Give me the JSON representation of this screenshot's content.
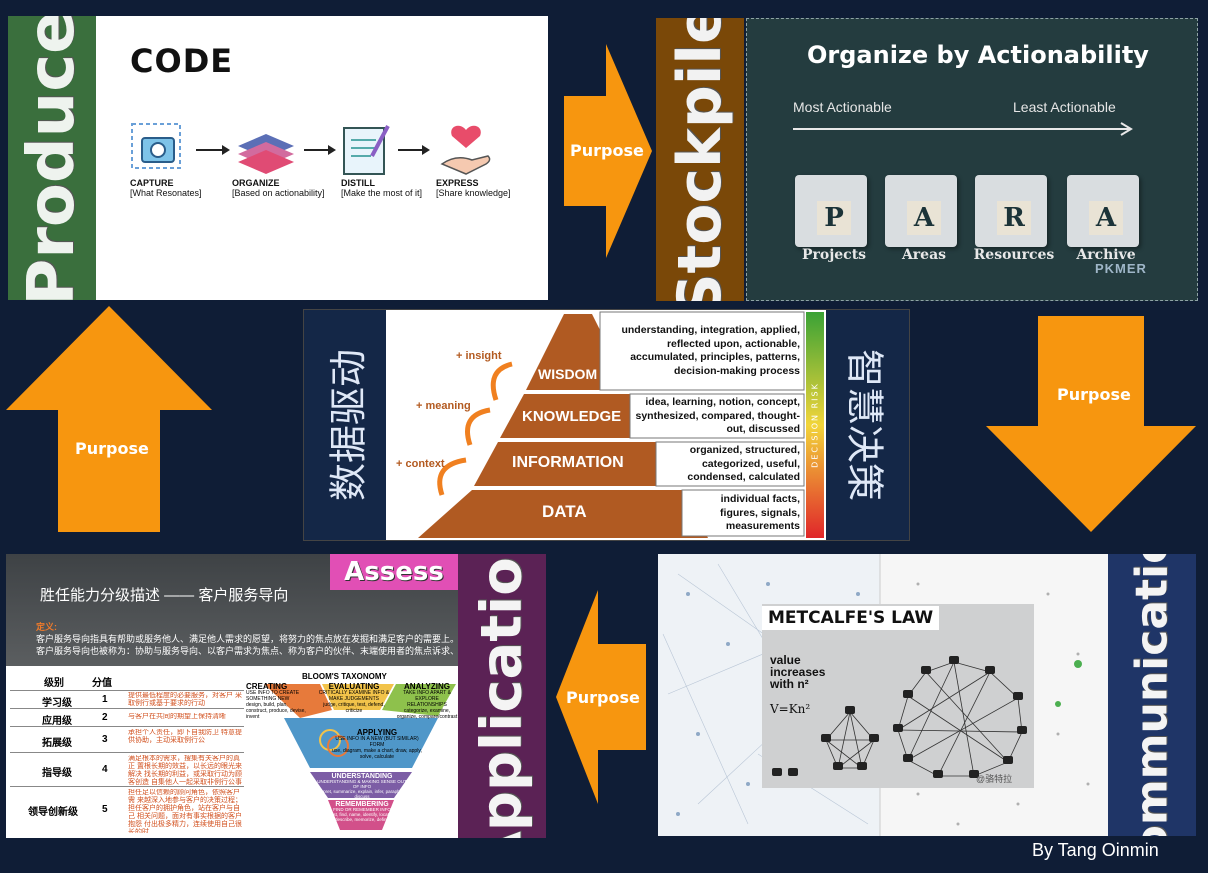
{
  "produce_panel": {
    "side_label": "Produce",
    "heading": "CODE",
    "steps": [
      {
        "title": "CAPTURE",
        "sub": "[What Resonates]"
      },
      {
        "title": "ORGANIZE",
        "sub": "[Based on actionability]"
      },
      {
        "title": "DISTILL",
        "sub": "[Make the most of it]"
      },
      {
        "title": "EXPRESS",
        "sub": "[Share knowledge]"
      }
    ]
  },
  "stockpile_panel": {
    "side_label": "Stockpile",
    "heading": "Organize by Actionability",
    "most": "Most Actionable",
    "least": "Least Actionable",
    "items": [
      {
        "letter": "P",
        "label": "Projects"
      },
      {
        "letter": "A",
        "label": "Areas"
      },
      {
        "letter": "R",
        "label": "Resources"
      },
      {
        "letter": "A",
        "label": "Archive"
      }
    ],
    "watermark": "PKMER"
  },
  "dikw_panel": {
    "left_label": "数据驱动",
    "right_label": "智慧决策",
    "risk_label": "DECISION  RISK",
    "side_notes": [
      "+ insight",
      "+ meaning",
      "+ context"
    ],
    "levels": [
      {
        "name": "WISDOM",
        "desc": "understanding, integration, applied, reflected upon, actionable, accumulated, principles, patterns, decision-making process"
      },
      {
        "name": "KNOWLEDGE",
        "desc": "idea, learning, notion, concept, synthesized, compared, thought-out, discussed"
      },
      {
        "name": "INFORMATION",
        "desc": "organized, structured, categorized, useful, condensed, calculated"
      },
      {
        "name": "DATA",
        "desc": "individual facts, figures, signals, measurements"
      }
    ]
  },
  "communication_panel": {
    "side_label": "Communication",
    "law_title": "METCALFE'S LAW",
    "law_text": "value increases with n²",
    "formula": "V=Kn²",
    "watermark": "@骆特拉"
  },
  "application_panel": {
    "side_label": "Application",
    "badge": "Assess",
    "title": "胜任能力分级描述 —— 客户服务导向",
    "def_label": "定义:",
    "def_line1": "客户服务导向指具有帮助或服务他人、满足他人需求的愿望，将努力的焦点放在发掘和满足客户的需要上。",
    "def_line2": "客户服务导向也被称为：协助与服务导向、以客户需求为焦点、称为客户的伙伴、末端使用者的焦点诉求、重视满",
    "table_headers": [
      "级别",
      "分值"
    ],
    "table_rows": [
      {
        "level": "学习级",
        "score": "1",
        "desc": "提供最低程度的必要服务，对客户 采取例行或基于要求的行动"
      },
      {
        "level": "应用级",
        "score": "2",
        "desc": "与客户在共同的期望上保持清晰"
      },
      {
        "level": "拓展级",
        "score": "3",
        "desc": "承担个人责任，即下自我防卫 特意提供协助，主动采取例行公"
      },
      {
        "level": "指导级",
        "score": "4",
        "desc": "满足根本的需求，搜集有关客户的真正 置根长期的效益，以长远的眼光来解决 找长期的利益，或采取行动为顾客创造 自集他人一起采取非例行公事的行动以"
      },
      {
        "level": "领导创新级",
        "score": "5",
        "desc": "担任足以信赖的顾问角色，依照客户需 来越深入地参与客户的决策过程； 担任客户的拥护角色，站在客户与自己 相关问题，面对有事实根据的客户抱怨 付出极多精力，连续使用自己很长的时"
      }
    ],
    "bloom": {
      "title": "BLOOM'S TAXONOMY",
      "creating": "CREATING",
      "creating_sub": "USE INFO TO CREATE SOMETHING NEW",
      "creating_verbs": "design, build, plan, construct, produce, devise, invent",
      "evaluating": "EVALUATING",
      "evaluating_sub": "CRITICALLY EXAMINE INFO & MAKE JUDGEMENTS",
      "evaluating_verbs": "judge, critique, test, defend, criticize",
      "analyzing": "ANALYZING",
      "analyzing_sub": "TAKE INFO APART & EXPLORE RELATIONSHIPS",
      "analyzing_verbs": "categorize, examine, organize, compare/contrast",
      "applying": "APPLYING",
      "applying_sub": "USE INFO IN A NEW (BUT SIMILAR) FORM",
      "applying_verbs": "use, diagram, make a chart, draw, apply, solve, calculate",
      "understanding": "UNDERSTANDING",
      "understanding_sub": "UNDERSTANDING & MAKING SENSE OUT OF INFO",
      "understanding_verbs": "interpret, summarize, explain, infer, paraphrase, discuss",
      "remembering": "REMEMBERING",
      "remembering_sub": "FIND OR REMEMBER INFO",
      "remembering_verbs": "list, find, name, identify, locate, describe, memorize, define"
    }
  },
  "arrows": {
    "top": "Purpose",
    "right": "Purpose",
    "bottom": "Purpose",
    "left": "Purpose"
  },
  "author": "By Tang Oinmin",
  "colors": {
    "background": "#0f1d36",
    "arrow": "#f7960f",
    "produce_bar": "#3a6f3d",
    "stockpile_bar": "#7a4808",
    "application_bar": "#5b2255",
    "communication_bar": "#1f3567",
    "pyramid": "#b05a22"
  }
}
